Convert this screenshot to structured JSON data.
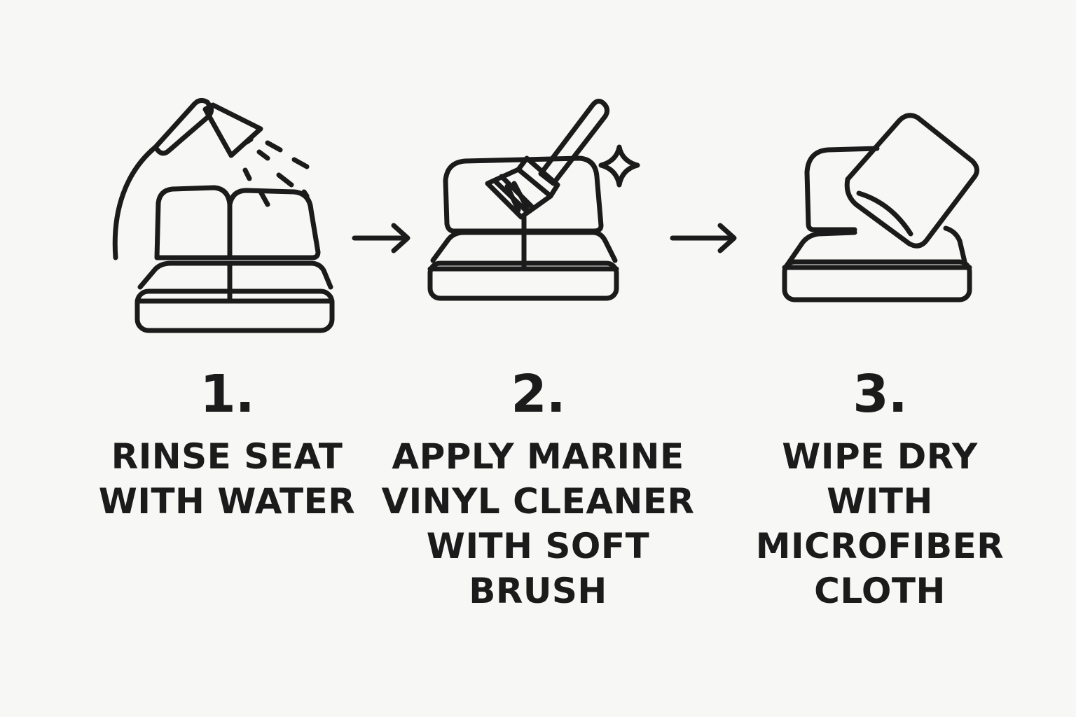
{
  "steps": [
    {
      "number": "1.",
      "label_lines": [
        "RINSE SEAT",
        "WITH WATER"
      ],
      "icon": "hose-spraying-seat-icon"
    },
    {
      "number": "2.",
      "label_lines": [
        "APPLY MARINE",
        "VINYL CLEANER",
        "WITH SOFT",
        "BRUSH"
      ],
      "icon": "brush-on-seat-icon"
    },
    {
      "number": "3.",
      "label_lines": [
        "WIPE DRY",
        "WITH",
        "MICROFIBER",
        "CLOTH"
      ],
      "icon": "cloth-on-seat-icon"
    }
  ],
  "connectors": [
    "arrow-right-icon",
    "arrow-right-icon"
  ],
  "colors": {
    "background": "#f7f7f6",
    "ink": "#1b1b1b"
  }
}
